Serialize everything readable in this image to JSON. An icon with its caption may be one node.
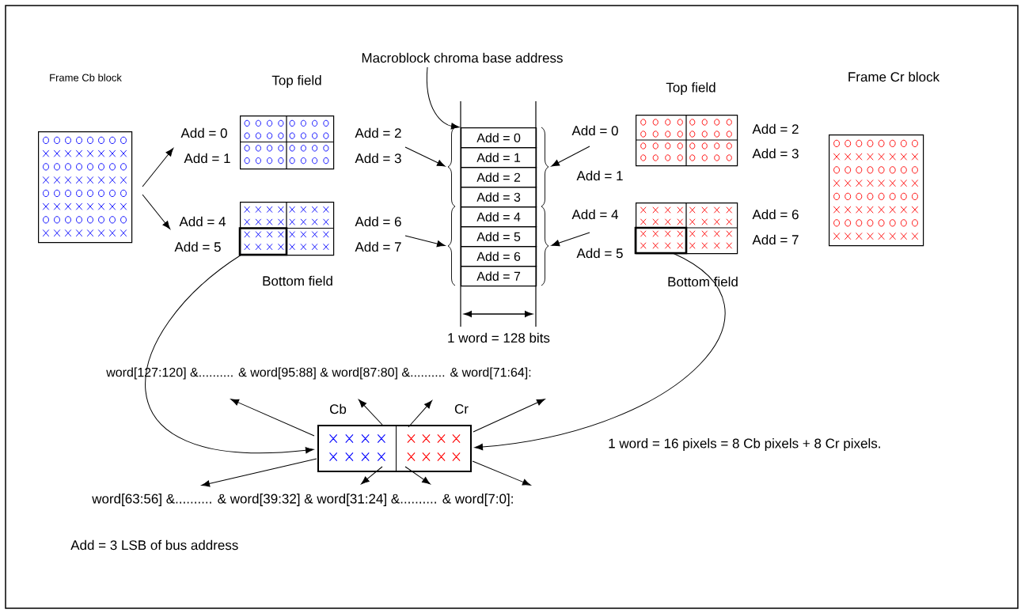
{
  "diagram": {
    "nodes": [
      {
        "text": [
          "Frame Cb block"
        ]
      },
      {
        "text": [
          "Top field"
        ],
        "beside": [
          "Add = 0",
          "Add = 1",
          "Add = 2",
          "Add = 3"
        ]
      },
      {
        "text": [
          "Bottom field"
        ],
        "beside": [
          "Add = 4",
          "Add = 5",
          "Add = 6",
          "Add = 7"
        ]
      },
      {
        "text": [
          "Macroblock chroma base address"
        ]
      },
      {
        "text": [
          "Add = 0"
        ]
      },
      {
        "text": [
          "Add = 1"
        ]
      },
      {
        "text": [
          "Add = 2"
        ]
      },
      {
        "text": [
          "Add = 3"
        ]
      },
      {
        "text": [
          "Add = 4"
        ]
      },
      {
        "text": [
          "Add = 5"
        ]
      },
      {
        "text": [
          "Add = 6"
        ]
      },
      {
        "text": [
          "Add = 7"
        ]
      },
      {
        "text": [],
        "shape": "brace"
      },
      {
        "text": [],
        "shape": "brace"
      },
      {
        "text": [],
        "shape": "brace"
      },
      {
        "text": [],
        "shape": "brace"
      },
      {
        "text": [
          "Top field"
        ],
        "beside": [
          "Add = 0",
          "Add = 1",
          "Add = 2",
          "Add = 3"
        ]
      },
      {
        "text": [
          "Bottom field"
        ],
        "beside": [
          "Add = 4",
          "Add = 5",
          "Add = 6",
          "Add = 7"
        ]
      },
      {
        "text": [
          "Frame Cr block"
        ]
      },
      {
        "text": [
          "word[127:120] &.......... & word[95:88] & word[87:80] &.......... & word[71:64]:"
        ]
      },
      {
        "text": [],
        "shape": "box"
      },
      {
        "text": [
          "Cb"
        ],
        "in": 20
      },
      {
        "text": [
          "Cr"
        ],
        "in": 20
      },
      {
        "text": [
          "word[63:56] &.......... & word[39:32] & word[31:24] &.......... & word[7:0]:"
        ]
      }
    ],
    "edges": [
      {
        "from": 0,
        "to": 1,
        "arrow": "to"
      },
      {
        "from": 0,
        "to": 2,
        "arrow": "to"
      },
      {
        "from": 1,
        "to": 12,
        "arrow": "to"
      },
      {
        "from": 2,
        "to": 13,
        "arrow": "to"
      },
      {
        "from": 3,
        "to": 4,
        "arrow": "to"
      },
      {
        "from": 16,
        "to": 14,
        "arrow": "to"
      },
      {
        "from": 17,
        "to": 15,
        "arrow": "to"
      },
      {
        "from": 2,
        "to": 20,
        "arrow": "to"
      },
      {
        "from": 17,
        "to": 20,
        "arrow": "to"
      },
      {
        "from": 20,
        "to": 19,
        "arrow": "to"
      },
      {
        "from": 21,
        "to": 19,
        "arrow": "to"
      },
      {
        "from": 22,
        "to": 19,
        "arrow": "to"
      },
      {
        "from": 20,
        "to": 19,
        "arrow": "to"
      },
      {
        "from": 20,
        "to": 23,
        "arrow": "to"
      },
      {
        "from": 21,
        "to": 23,
        "arrow": "to"
      },
      {
        "from": 22,
        "to": 23,
        "arrow": "to"
      },
      {
        "from": 20,
        "to": 23,
        "arrow": "to"
      }
    ],
    "labels": [
      "1 word = 128 bits",
      "1 word = 16 pixels = 8 Cb pixels + 8 Cr pixels.",
      "Add = 3 LSB of bus address"
    ]
  }
}
